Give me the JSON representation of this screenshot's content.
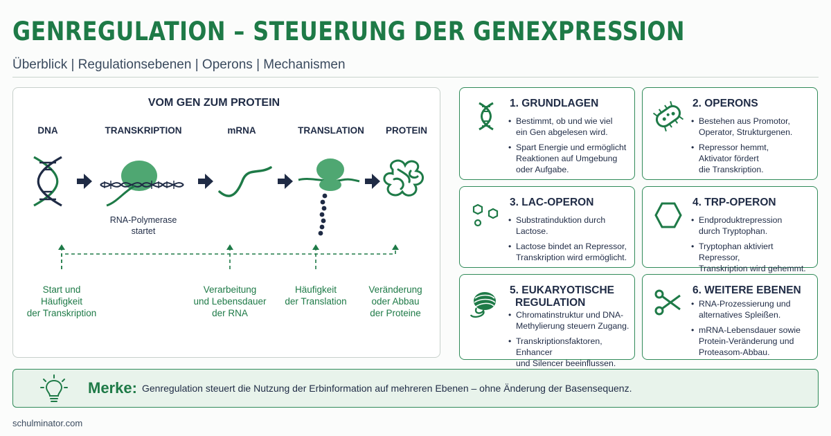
{
  "title": "GENREGULATION – STEUERUNG DER GENEXPRESSION",
  "subtitle": "Überblick | Regulationsebenen | Operons | Mechanismen",
  "flow": {
    "heading": "VOM GEN ZUM PROTEIN",
    "stages": [
      "DNA",
      "TRANSKRIPTION",
      "mRNA",
      "TRANSLATION",
      "PROTEIN"
    ],
    "polymerase_label": [
      "RNA-Polymerase",
      "startet"
    ],
    "levels": [
      [
        "Start und",
        "Häufigkeit",
        "der Transkription"
      ],
      [
        "Verarbeitung",
        "und Lebensdauer",
        "der RNA"
      ],
      [
        "Häufigkeit",
        "der Translation"
      ],
      [
        "Veränderung",
        "oder Abbau",
        "der Proteine"
      ]
    ]
  },
  "cards": [
    {
      "icon": "dna-icon",
      "title": [
        "1. GRUNDLAGEN"
      ],
      "bullets": [
        [
          "Bestimmt, ob und wie viel",
          "ein Gen abgelesen wird."
        ],
        [
          "Spart Energie und ermöglicht",
          "Reaktionen auf Umgebung",
          "oder Aufgabe."
        ]
      ]
    },
    {
      "icon": "bacterium-icon",
      "title": [
        "2. OPERONS"
      ],
      "bullets": [
        [
          "Bestehen aus Promotor,",
          "Operator, Strukturgenen."
        ],
        [
          "Repressor hemmt,",
          "Aktivator fördert",
          "die Transkription."
        ]
      ]
    },
    {
      "icon": "hexagon-molecules-icon",
      "title": [
        "3. LAC-OPERON"
      ],
      "bullets": [
        [
          "Substratinduktion durch",
          "Lactose."
        ],
        [
          "Lactose bindet an Repressor,",
          "Transkription wird ermöglicht."
        ]
      ]
    },
    {
      "icon": "hexagon-icon",
      "title": [
        "4. TRP-OPERON"
      ],
      "bullets": [
        [
          "Endproduktrepression",
          "durch Tryptophan."
        ],
        [
          "Tryptophan aktiviert Repressor,",
          "Transkription wird gehemmt."
        ]
      ]
    },
    {
      "icon": "chromatin-icon",
      "title": [
        "5. EUKARYOTISCHE",
        "REGULATION"
      ],
      "bullets": [
        [
          "Chromatinstruktur und DNA-",
          "Methylierung steuern Zugang."
        ],
        [
          "Transkriptionsfaktoren, Enhancer",
          "und Silencer beeinflussen."
        ]
      ]
    },
    {
      "icon": "scissors-icon",
      "title": [
        "6. WEITERE EBENEN"
      ],
      "bullets": [
        [
          "RNA-Prozessierung und",
          "alternatives Spleißen."
        ],
        [
          "mRNA-Lebensdauer sowie",
          "Protein-Veränderung und",
          "Proteasom-Abbau."
        ]
      ]
    }
  ],
  "merke": {
    "label": "Merke:",
    "text": "Genregulation steuert die Nutzung der Erbinformation auf mehreren Ebenen – ohne Änderung der Basensequenz."
  },
  "footer": "schulminator.com",
  "colors": {
    "green": "#1e7a47",
    "navy": "#1f2b45",
    "light_green": "#4fa772",
    "box_bg": "#e8f3eb"
  }
}
